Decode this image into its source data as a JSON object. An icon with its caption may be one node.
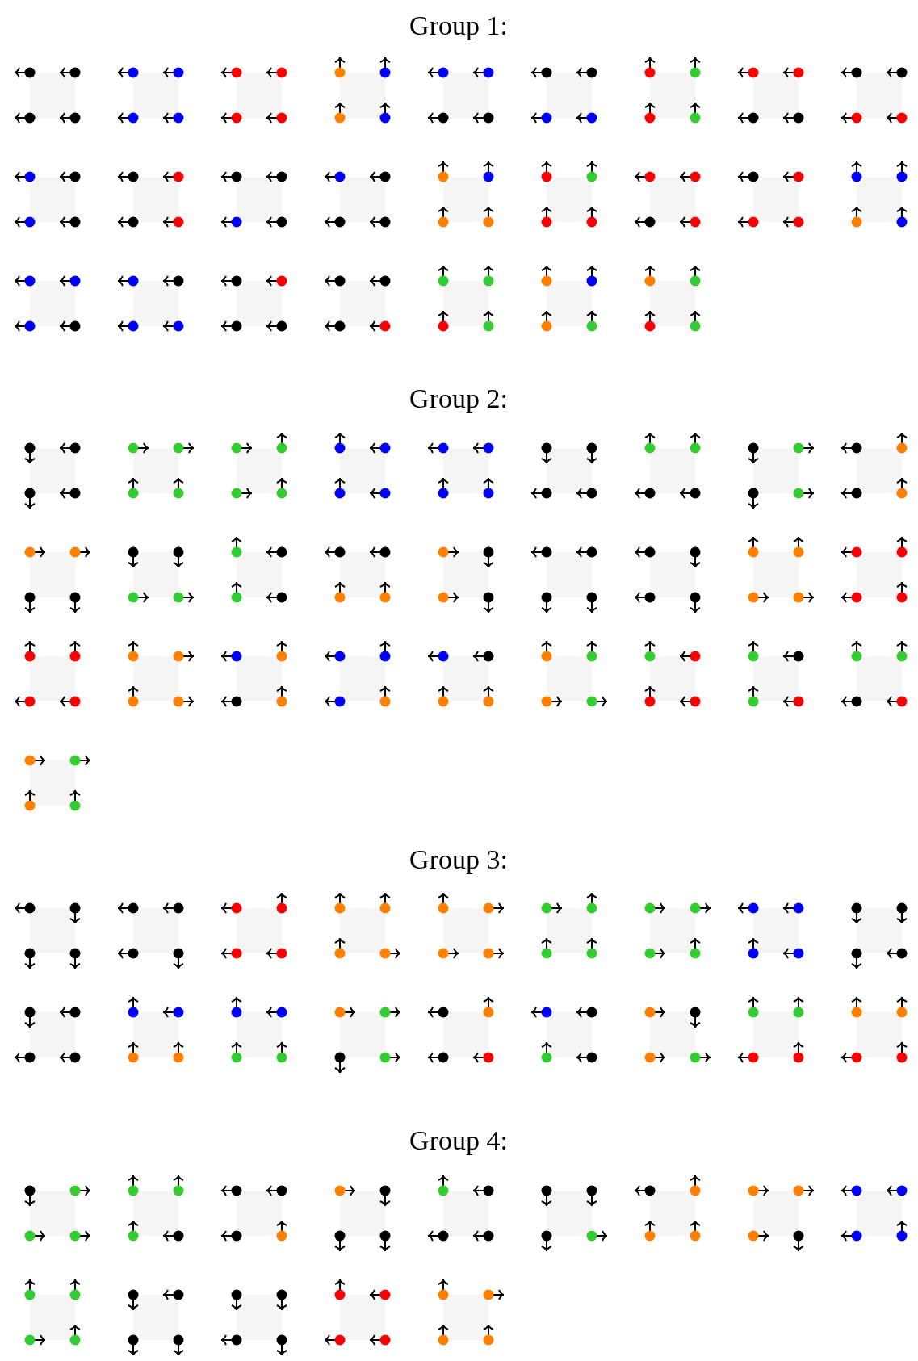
{
  "diagram": {
    "labels": [
      "Group 1:",
      "Group 2:",
      "Group 3:",
      "Group 4:"
    ]
  }
}
